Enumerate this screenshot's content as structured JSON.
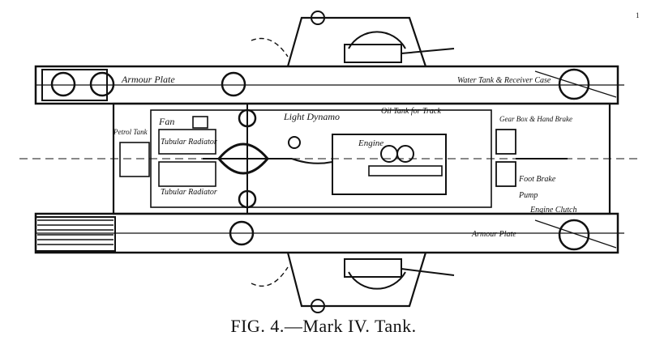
{
  "page_number": "1",
  "caption": "FIG. 4.—Mark IV. Tank.",
  "labels": {
    "armour_plate_top": "Armour Plate",
    "water_tank_receiver": "Water Tank & Receiver Case",
    "light_dynamo": "Light Dynamo",
    "oil_tank_for_track": "Oil Tank for Track",
    "fan": "Fan",
    "petrol_tank": "Petrol Tank",
    "tubular_radiator_top": "Tubular Radiator",
    "tubular_radiator_bottom": "Tubular Radiator",
    "engine": "Engine",
    "gearbox_hand_brake": "Gear Box & Hand Brake",
    "foot_brake": "Foot Brake",
    "pump": "Pump",
    "engine_clutch": "Engine Clutch",
    "armour_plate_bottom": "Armour Plate"
  }
}
